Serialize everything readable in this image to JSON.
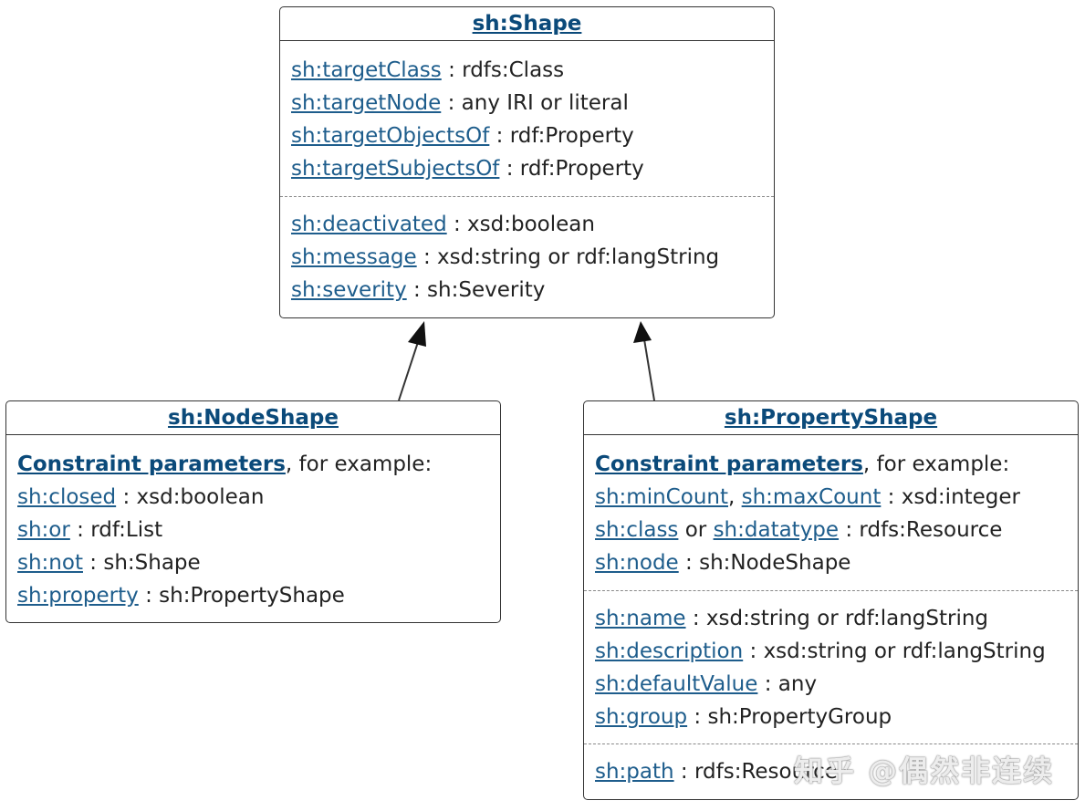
{
  "shape": {
    "title": "sh:Shape",
    "targets": [
      {
        "link": "sh:targetClass",
        "rest": " : rdfs:Class"
      },
      {
        "link": "sh:targetNode",
        "rest": " : any IRI or literal"
      },
      {
        "link": "sh:targetObjectsOf",
        "rest": " : rdf:Property"
      },
      {
        "link": "sh:targetSubjectsOf",
        "rest": " : rdf:Property"
      }
    ],
    "misc": [
      {
        "link": "sh:deactivated",
        "rest": " : xsd:boolean"
      },
      {
        "link": "sh:message",
        "rest": " : xsd:string or rdf:langString"
      },
      {
        "link": "sh:severity",
        "rest": " : sh:Severity"
      }
    ]
  },
  "node_shape": {
    "title": "sh:NodeShape",
    "intro_link": "Constraint parameters",
    "intro_rest": ", for example:",
    "params": [
      {
        "link": "sh:closed",
        "rest": " : xsd:boolean"
      },
      {
        "link": "sh:or",
        "rest": " : rdf:List"
      },
      {
        "link": "sh:not",
        "rest": " : sh:Shape"
      },
      {
        "link": "sh:property",
        "rest": " : sh:PropertyShape"
      }
    ]
  },
  "property_shape": {
    "title": "sh:PropertyShape",
    "intro_link": "Constraint parameters",
    "intro_rest": ", for example:",
    "row1": {
      "link1": "sh:minCount",
      "sep": ", ",
      "link2": "sh:maxCount",
      "rest": " : xsd:integer"
    },
    "row2": {
      "link1": "sh:class",
      "sep": " or ",
      "link2": "sh:datatype",
      "rest": " : rdfs:Resource"
    },
    "row3": {
      "link": "sh:node",
      "rest": " : sh:NodeShape"
    },
    "non_validating": [
      {
        "link": "sh:name",
        "rest": " : xsd:string or rdf:langString"
      },
      {
        "link": "sh:description",
        "rest": " : xsd:string or rdf:langString"
      },
      {
        "link": "sh:defaultValue",
        "rest": " : any"
      },
      {
        "link": "sh:group",
        "rest": " : sh:PropertyGroup"
      }
    ],
    "path": {
      "link": "sh:path",
      "rest": " : rdfs:Resource"
    }
  },
  "watermark": "知乎 @偶然非连续",
  "colors": {
    "link": "#1e5d8c",
    "title_link": "#0b4a7a",
    "border": "#333333"
  }
}
